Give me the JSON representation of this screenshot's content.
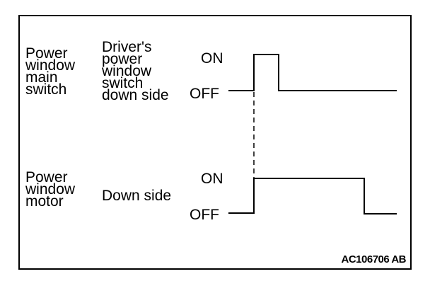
{
  "diagram": {
    "rows": [
      {
        "component": "Power\nwindow\nmain\nswitch",
        "signal": "Driver's\npower\nwindow\nswitch\ndown side",
        "on_label": "ON",
        "off_label": "OFF"
      },
      {
        "component": "Power\nwindow\nmotor",
        "signal": "Down side",
        "on_label": "ON",
        "off_label": "OFF"
      }
    ],
    "figure_id": "AC106706 AB"
  },
  "colors": {
    "line": "#000000",
    "background": "#ffffff"
  }
}
